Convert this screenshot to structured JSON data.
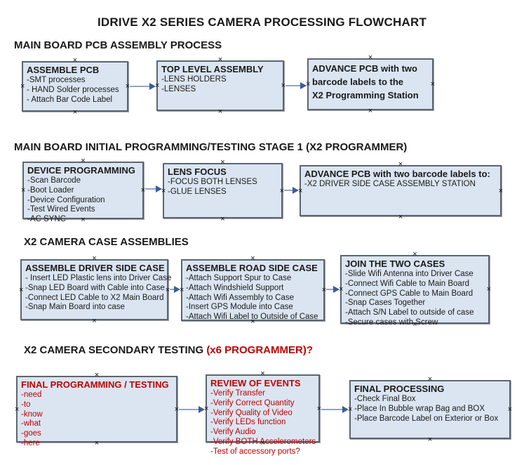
{
  "title": "IDRIVE X2  SERIES CAMERA PROCESSING FLOWCHART",
  "colors": {
    "box_fill": "#dbe5f1",
    "box_border": "#5c6670",
    "arrow_line": "#8fa5c6",
    "arrow_head": "#3e5c99",
    "alert_red": "#c00000",
    "text": "#1a1a1a"
  },
  "sections": [
    {
      "heading": "MAIN BOARD PCB ASSEMBLY PROCESS"
    },
    {
      "heading": "MAIN BOARD INITIAL PROGRAMMING/TESTING STAGE 1 (X2 PROGRAMMER)"
    },
    {
      "heading": "X2 CAMERA CASE ASSEMBLIES"
    },
    {
      "heading": "X2 CAMERA SECONDARY TESTING ",
      "heading_red": " (x6 PROGRAMMER)?"
    }
  ],
  "boxes": {
    "assemble_pcb": {
      "title": "ASSEMBLE PCB",
      "items": [
        "-SMT processes",
        "- HAND Solder processes",
        "- Attach Bar Code Label"
      ]
    },
    "top_level_assembly": {
      "title": "TOP LEVEL ASSEMBLY",
      "items": [
        "-LENS HOLDERS",
        "-LENSES"
      ]
    },
    "advance_pcb_station": {
      "lines": [
        "ADVANCE PCB with two",
        "barcode labels to the",
        " X2 Programming Station"
      ]
    },
    "device_programming": {
      "title": "DEVICE PROGRAMMING",
      "items": [
        "-Scan Barcode",
        "-Boot Loader",
        "-Device Configuration",
        "-Test Wired Events",
        "-AC SYNC"
      ]
    },
    "lens_focus": {
      "title": "LENS FOCUS",
      "items": [
        "-FOCUS BOTH LENSES",
        "-GLUE LENSES"
      ]
    },
    "advance_pcb_driver": {
      "title": "ADVANCE PCB with two barcode labels to:",
      "items": [
        "-X2 DRIVER  SIDE  CASE  ASSEMBLY STATION"
      ]
    },
    "driver_side_case": {
      "title": "ASSEMBLE DRIVER SIDE CASE",
      "items": [
        "- Insert LED Plastic lens into Driver Case",
        "-Snap LED Board with Cable into Case",
        "-Connect LED Cable to X2 Main Board",
        "-Snap Main Board into case"
      ]
    },
    "road_side_case": {
      "title": "ASSEMBLE ROAD SIDE CASE",
      "items": [
        "-Attach Support Spur to Case",
        "-Attach Windshield Support",
        "-Attach Wifi Assembly to Case",
        "-Insert GPS Module into Case",
        "-Attach Wifi Label to Outside of Case"
      ]
    },
    "join_two_cases": {
      "title": "JOIN THE TWO CASES",
      "items": [
        "-Slide Wifi Antenna into Driver Case",
        "-Connect Wifi Cable to Main Board",
        "-Connect GPS Cable to Main Board",
        "-Snap Cases Together",
        "-Attach S/N Label to outside of case",
        "-Secure cases with Screw"
      ]
    },
    "final_programming": {
      "title": "FINAL PROGRAMMING / TESTING",
      "items": [
        "-need",
        "-to",
        "-know",
        "-what",
        "-goes",
        "-here"
      ]
    },
    "review_of_events": {
      "title": "REVIEW OF EVENTS",
      "items": [
        "-Verify Transfer",
        "-Verify Correct Quantity",
        "-Verify Quality of Video",
        "-Verify LEDs function",
        "-Verify Audio",
        "-Verify BOTH Accelerometers",
        "-Test of accessory ports?"
      ]
    },
    "final_processing": {
      "title": "FINAL PROCESSING",
      "items": [
        " -Check Final Box",
        "-Place In Bubble wrap Bag and BOX",
        "-Place Barcode Label on Exterior or Box"
      ]
    }
  },
  "handle_glyph": "×"
}
